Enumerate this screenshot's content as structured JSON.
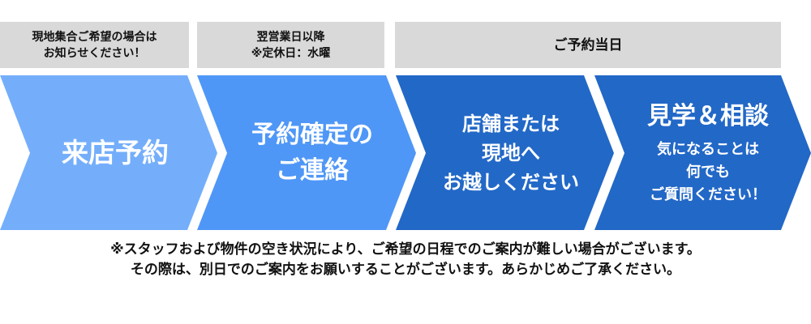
{
  "headers": [
    {
      "lines": [
        "現地集合ご希望の場合は",
        "お知らせください！"
      ]
    },
    {
      "lines": [
        "翌営業日以降",
        "※定休日：水曜"
      ]
    },
    {
      "lines": [
        "ご予約当日"
      ]
    }
  ],
  "steps": [
    {
      "lines": [
        "来店予約"
      ],
      "color": "#74aefb"
    },
    {
      "lines": [
        "予約確定の",
        "ご連絡"
      ],
      "color": "#4f97f7"
    },
    {
      "lines": [
        "店舗または",
        "現地へ",
        "お越しください"
      ],
      "color": "#2268c7"
    },
    {
      "title": "見学＆相談",
      "lines": [
        "気になることは",
        "何でも",
        "ご質問ください！"
      ],
      "color": "#2268c7"
    }
  ],
  "notes": [
    "※スタッフおよび物件の空き状況により、ご希望の日程でのご案内が難しい場合がございます。",
    "その際は、別日でのご案内をお願いすることがございます。あらかじめご了承ください。"
  ],
  "colors": {
    "header_bg": "#d9d9d9",
    "text_dark": "#111111",
    "text_light": "#ffffff"
  }
}
